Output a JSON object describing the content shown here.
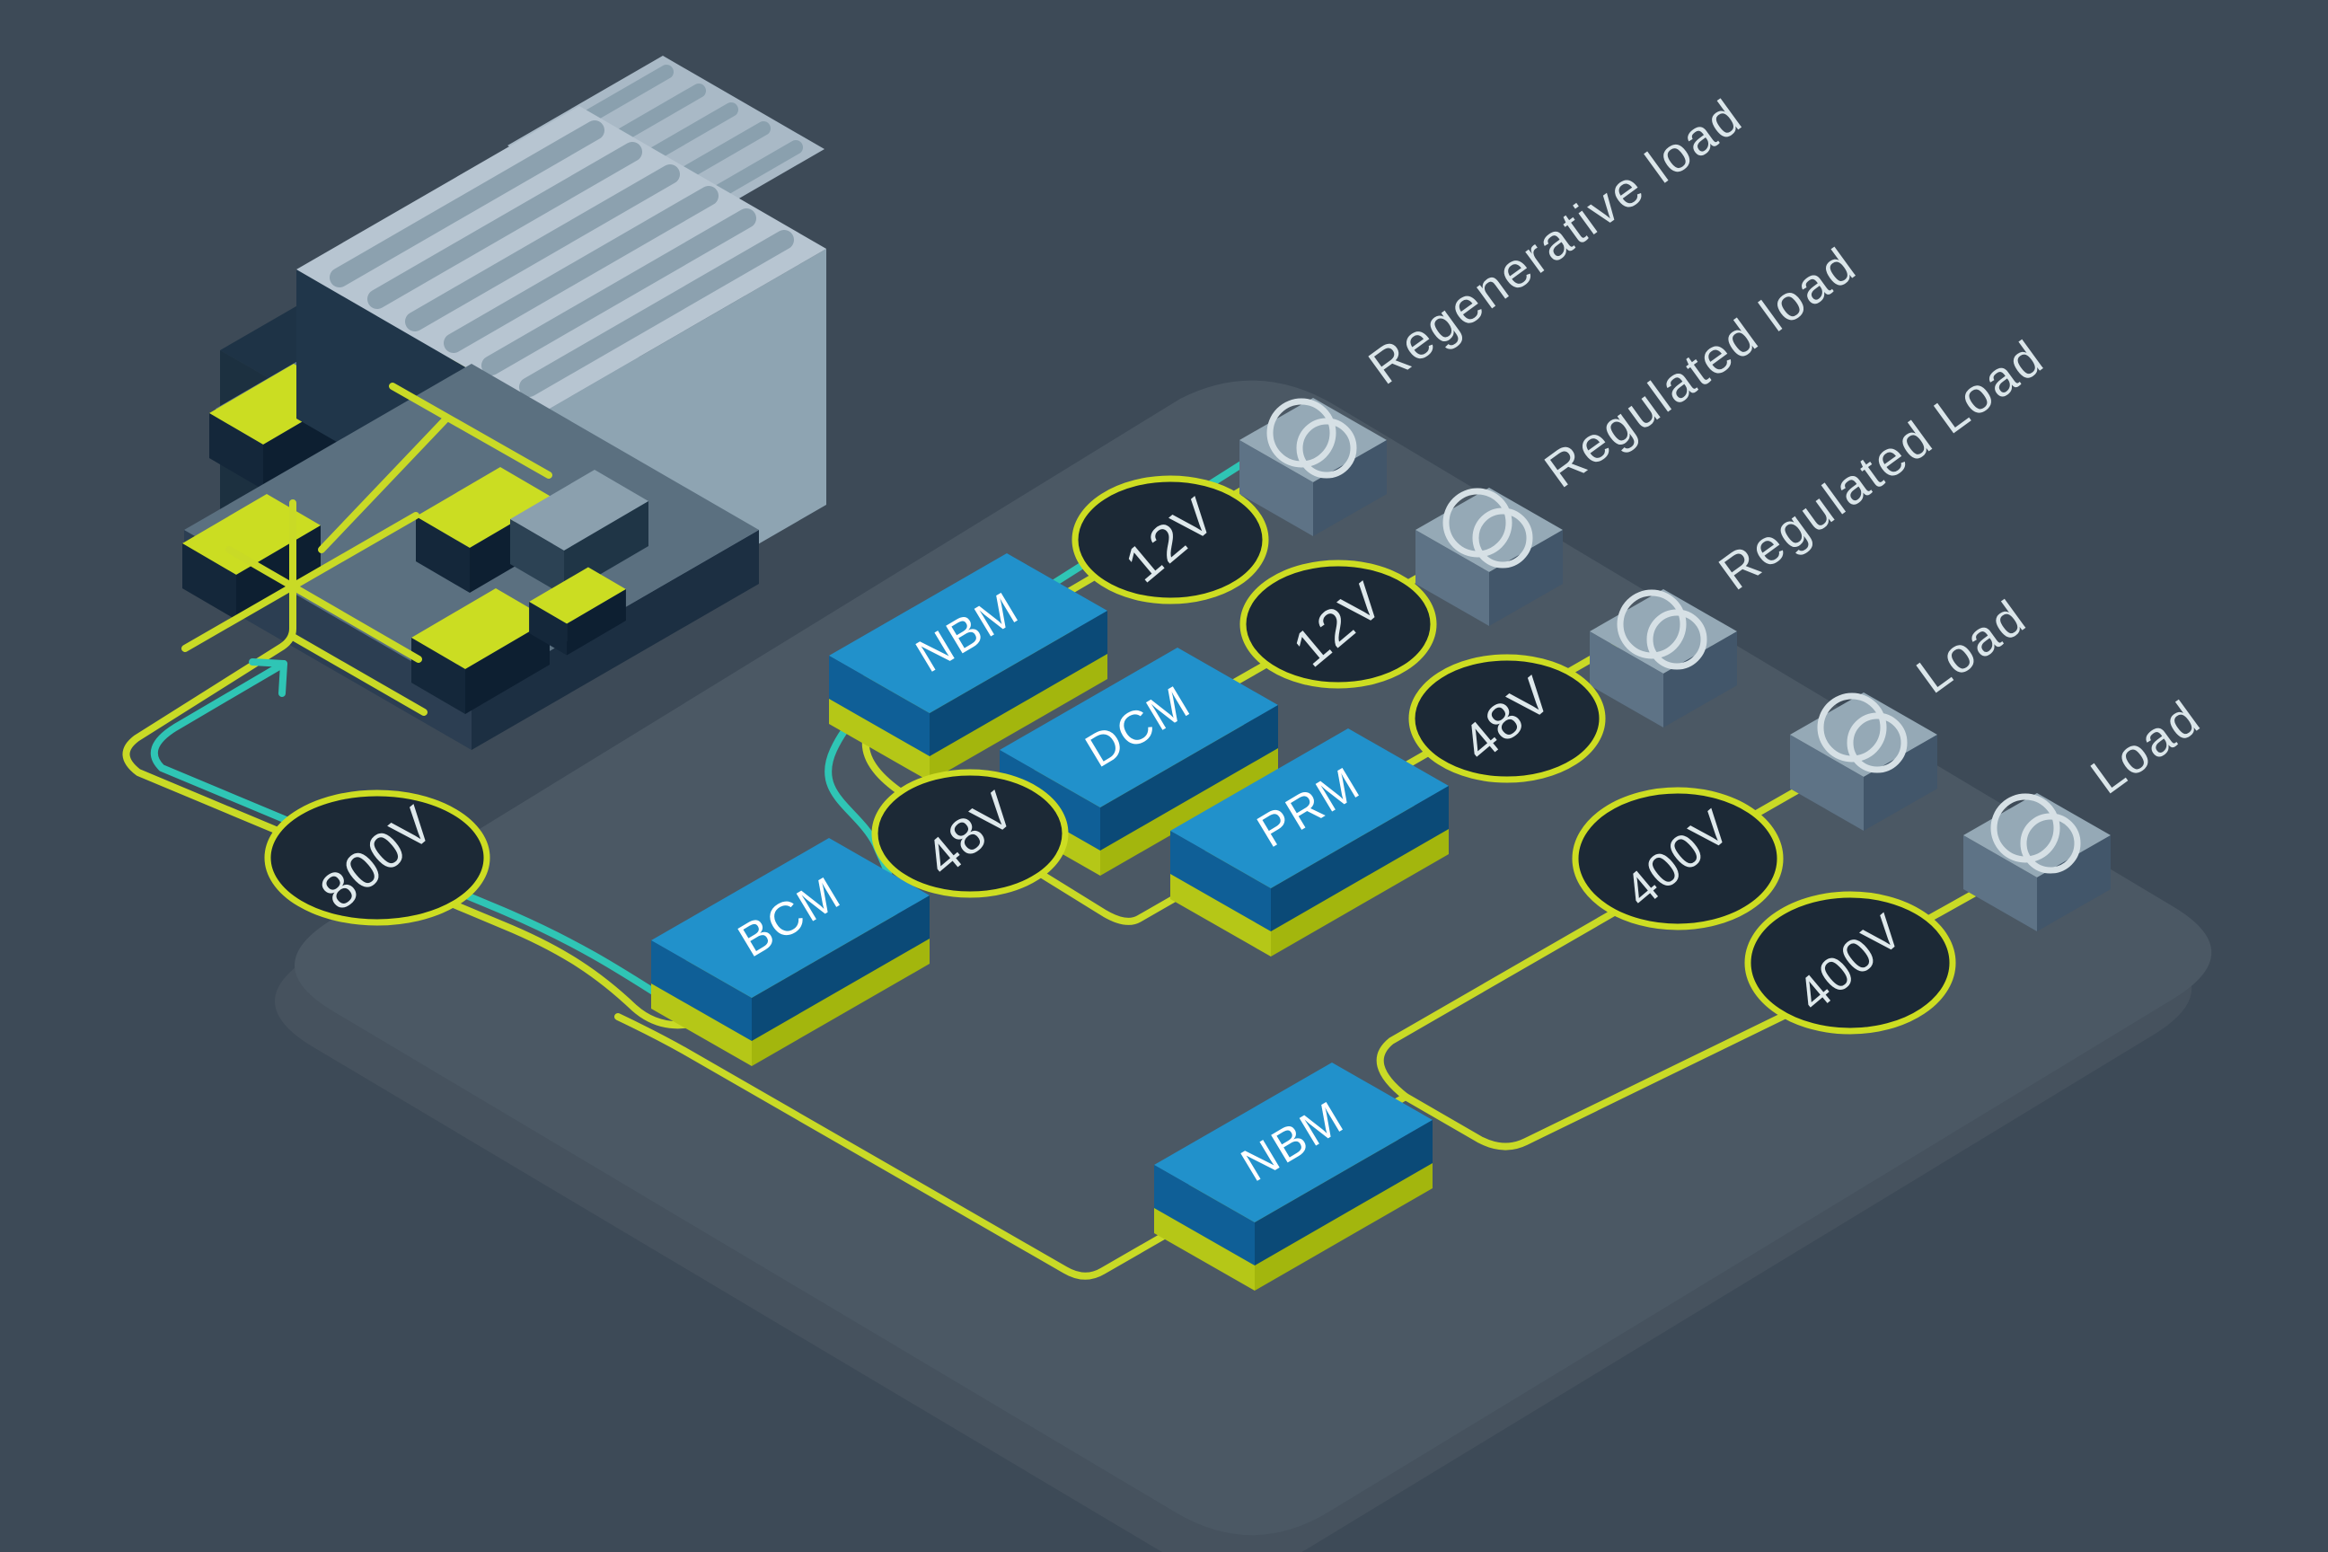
{
  "diagram": {
    "battery": {
      "name": "ev-battery-pack"
    },
    "nodes": [
      {
        "id": "800v",
        "label": "800V"
      },
      {
        "id": "48v-a",
        "label": "48V"
      },
      {
        "id": "12v-a",
        "label": "12V"
      },
      {
        "id": "12v-b",
        "label": "12V"
      },
      {
        "id": "48v-b",
        "label": "48V"
      },
      {
        "id": "400v-a",
        "label": "400V"
      },
      {
        "id": "400v-b",
        "label": "400V"
      }
    ],
    "modules": [
      {
        "id": "bcm",
        "label": "BCM"
      },
      {
        "id": "nbm-top",
        "label": "NBM"
      },
      {
        "id": "dcm",
        "label": "DCM"
      },
      {
        "id": "prm",
        "label": "PRM"
      },
      {
        "id": "nbm-bottom",
        "label": "NBM"
      }
    ],
    "loads": [
      {
        "label": "Regenerative load",
        "icon": "overlapping-rings"
      },
      {
        "label": "Regulated load",
        "icon": "overlapping-rings"
      },
      {
        "label": "Regulated Load",
        "icon": "overlapping-rings"
      },
      {
        "label": "Load",
        "icon": "overlapping-rings"
      },
      {
        "label": "Load",
        "icon": "overlapping-rings"
      }
    ],
    "colors": {
      "background": "#3d4a57",
      "platform": "#4b5864",
      "platform_shadow": "#46525e",
      "line_yellow": "#c9da26",
      "line_teal": "#2fc5b5",
      "node_fill": "#1c2936",
      "node_ring": "#cddd22",
      "module_blue": "#2191cb",
      "module_base_yellow": "#c9da26",
      "load_cube": "#95a9b6",
      "label_text": "#dbe6ea"
    }
  }
}
